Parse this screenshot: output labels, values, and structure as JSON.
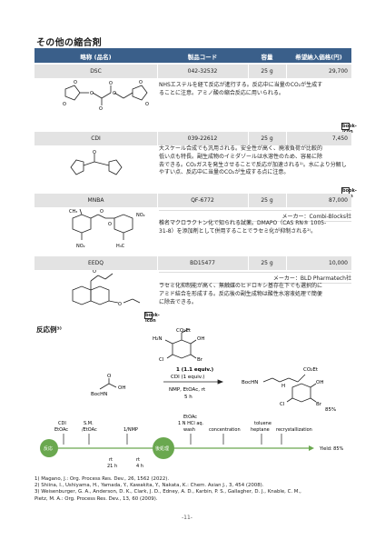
{
  "title": "その他の縮合剤",
  "table_headers": [
    "略称 (品名)",
    "製品コード",
    "容量",
    "希望納入価格(円)"
  ],
  "products": [
    {
      "name": "DSC",
      "code": "042-32532",
      "size": "25 g",
      "price": "29,700",
      "description": [
        "NHSエステルを経て反応が進行する。反応中に当量のCO₂が生成す",
        "ることに注意。アミノ酸の縮合反応に用いられる。"
      ]
    },
    {
      "name": "CDI",
      "code": "039-22612",
      "size": "25 g",
      "price": "7,450",
      "description": [
        "大スケール合成でも汎用される。安全性が高く、廃液負荷が比較的",
        "低い点も特長。副生成物のイミダゾールは水溶性のため、容易に除",
        "去できる。CO₂ガスを発生させることで反応が加速される¹⁾。水により分解しやすい点、反応中に当量のCO₂が生成する点に注意。"
      ]
    },
    {
      "name": "MNBA",
      "code": "QF-6772",
      "size": "25 g",
      "price": "87,000",
      "maker": "メーカー：Combi-Blocks社",
      "description": [
        "椎名マクロラクトン化で知られる試薬。DMAPO（CAS RN® 1005-",
        "31-8）を添加剤として併用することでラセミ化が抑制される²⁾。"
      ]
    },
    {
      "name": "EEDQ",
      "code": "BD15477",
      "size": "25 g",
      "price": "10,000",
      "maker": "メーカー：BLD Pharmatech社",
      "description": [
        "ラセミ化抑制能が高く、無触媒のヒドロキシ基存在下でも選択的に",
        "アミド結合を形成する。反応後の副生成物は酸性水溶液処理で簡便",
        "に除去できる。"
      ]
    }
  ],
  "book_icon": "book-icon",
  "reaction_section": {
    "title": "反応例³⁾",
    "reagents": [
      "1 (1.1 equiv.)",
      "CDI (1 equiv.)"
    ],
    "conditions": [
      "NMP, EtOAc, rt",
      "5 h"
    ],
    "compound_number": "1",
    "reactant_label": "BocHN",
    "product_label": "BocHN",
    "yield": "85%",
    "struct_labels": {
      "co2et": "CO₂Et",
      "h2n": "H₂N",
      "oh": "OH",
      "cl": "Cl",
      "br": "Br",
      "oh_acid": "OH",
      "o": "O",
      "h": "H"
    },
    "flow": {
      "top_labels": [
        "CDI",
        "EtOAc",
        "S.M.",
        "/EtOAc",
        "1/NMP",
        "EtOAc",
        "1 N HCl aq.",
        "wash",
        "concentration",
        "toluene",
        "heptane",
        "recrystallization"
      ],
      "start": "反応",
      "middle": "後処理",
      "times": [
        "rt",
        "21 h",
        "rt",
        "4 h"
      ],
      "yield_text": "Yield: 85%"
    }
  },
  "references": [
    "1) Magano, J.: Org. Process Res. Dev., 26, 1562 (2022).",
    "2) Shiina, I., Ushiyama, H., Yamada, Y., Kawakita, Y., Nakata, K.: Chem. Asian J., 3, 454 (2008).",
    "3) Weisenburger, G. A., Anderson, D. K., Clark, J. D., Edney, A. D., Karbin, P. S., Gallagher, D. J., Knable, C. M.,",
    "Pietz, M. A.: Org. Process Res. Dev., 13, 60 (2009)."
  ],
  "page_number": "-11-"
}
